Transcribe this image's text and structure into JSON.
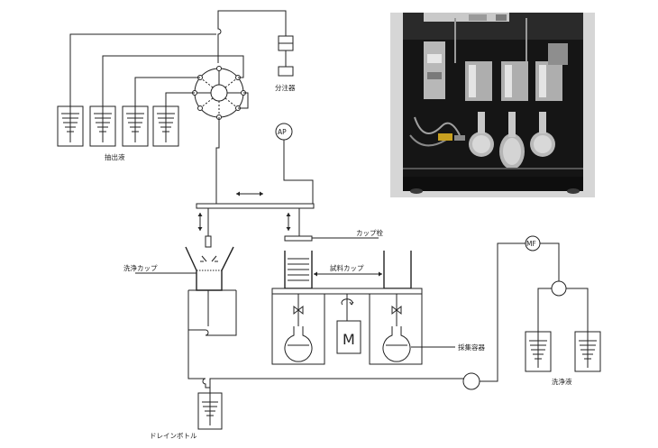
{
  "labels": {
    "dispenser": "分注器",
    "extraction_liquid": "抽出液",
    "ap": "AP",
    "cup_plug": "カップ栓",
    "wash_cup": "洗浄カップ",
    "sample_cup": "試料カップ",
    "motor": "M",
    "collection_vessel": "採集容器",
    "mf": "MF",
    "wash_liquid": "洗浄液",
    "drain_bottle": "ドレインボトル"
  },
  "photo": {
    "description_icon": "instrument-photo"
  },
  "colors": {
    "line": "#222222",
    "photo_frame": "#d9d9d9",
    "photo_dark": "#1a1a1a"
  }
}
